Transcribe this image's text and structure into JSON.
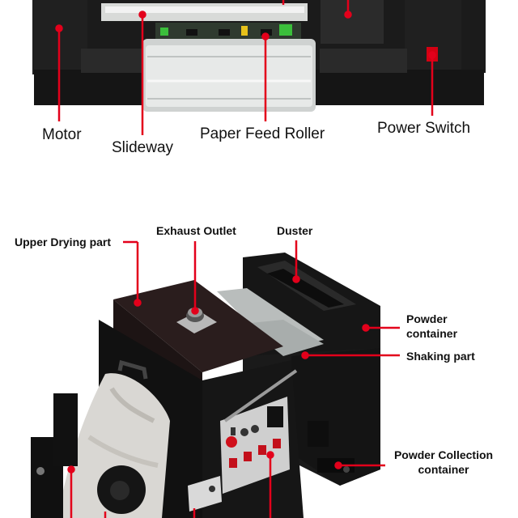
{
  "accent_color": "#e3001b",
  "top_labels": {
    "motor": "Motor",
    "slideway": "Slideway",
    "paper_feed_roller": "Paper Feed Roller",
    "power_switch": "Power Switch"
  },
  "bottom_labels": {
    "upper_drying_part": "Upper Drying part",
    "exhaust_outlet": "Exhaust Outlet",
    "duster": "Duster",
    "powder_container_line1": "Powder",
    "powder_container_line2": "container",
    "shaking_part": "Shaking part",
    "powder_collection_line1": "Powder Collection",
    "powder_collection_line2": "container"
  }
}
